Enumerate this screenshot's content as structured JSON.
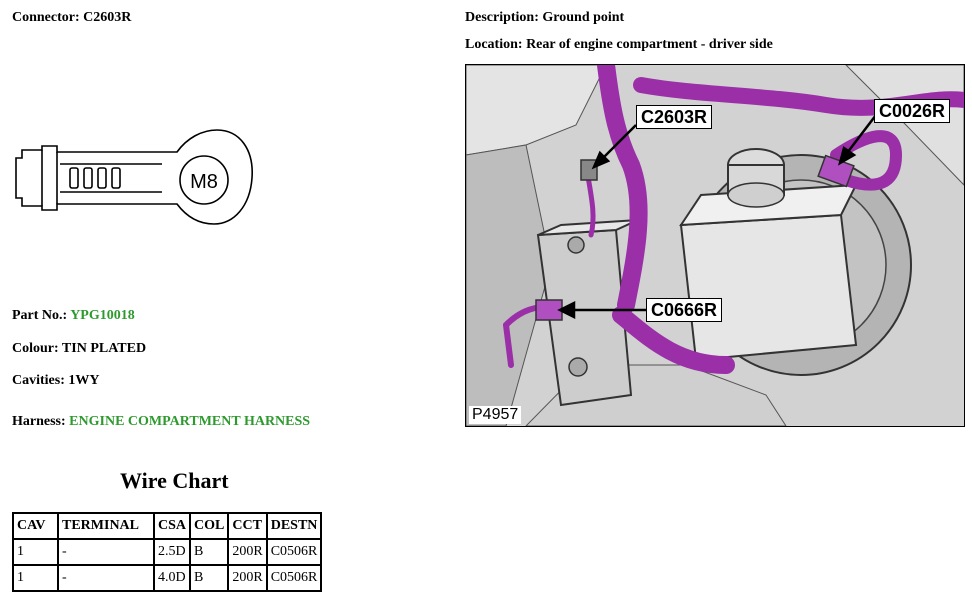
{
  "connector": {
    "label": "Connector:",
    "value": "C2603R"
  },
  "description": {
    "label": "Description:",
    "value": "Ground point"
  },
  "location": {
    "label": "Location:",
    "value": "Rear of engine compartment - driver side"
  },
  "terminal_marking": "M8",
  "part_no": {
    "label": "Part No.:",
    "value": "YPG10018"
  },
  "colour": {
    "label": "Colour:",
    "value": "TIN PLATED"
  },
  "cavities": {
    "label": "Cavities:",
    "value": "1WY"
  },
  "harness": {
    "label": "Harness:",
    "value": "ENGINE COMPARTMENT HARNESS"
  },
  "wire_chart": {
    "title": "Wire Chart",
    "headers": [
      "CAV",
      "TERMINAL",
      "CSA",
      "COL",
      "CCT",
      "DESTN"
    ],
    "rows": [
      [
        "1",
        "-",
        "2.5D",
        "B",
        "200R",
        "C0506R"
      ],
      [
        "1",
        "-",
        "4.0D",
        "B",
        "200R",
        "C0506R"
      ]
    ]
  },
  "photo": {
    "callouts": [
      "C2603R",
      "C0026R",
      "C0666R"
    ],
    "reference": "P4957"
  },
  "colors": {
    "accent_green": "#2e9a2e",
    "harness_purple": "#9b2fa8"
  }
}
